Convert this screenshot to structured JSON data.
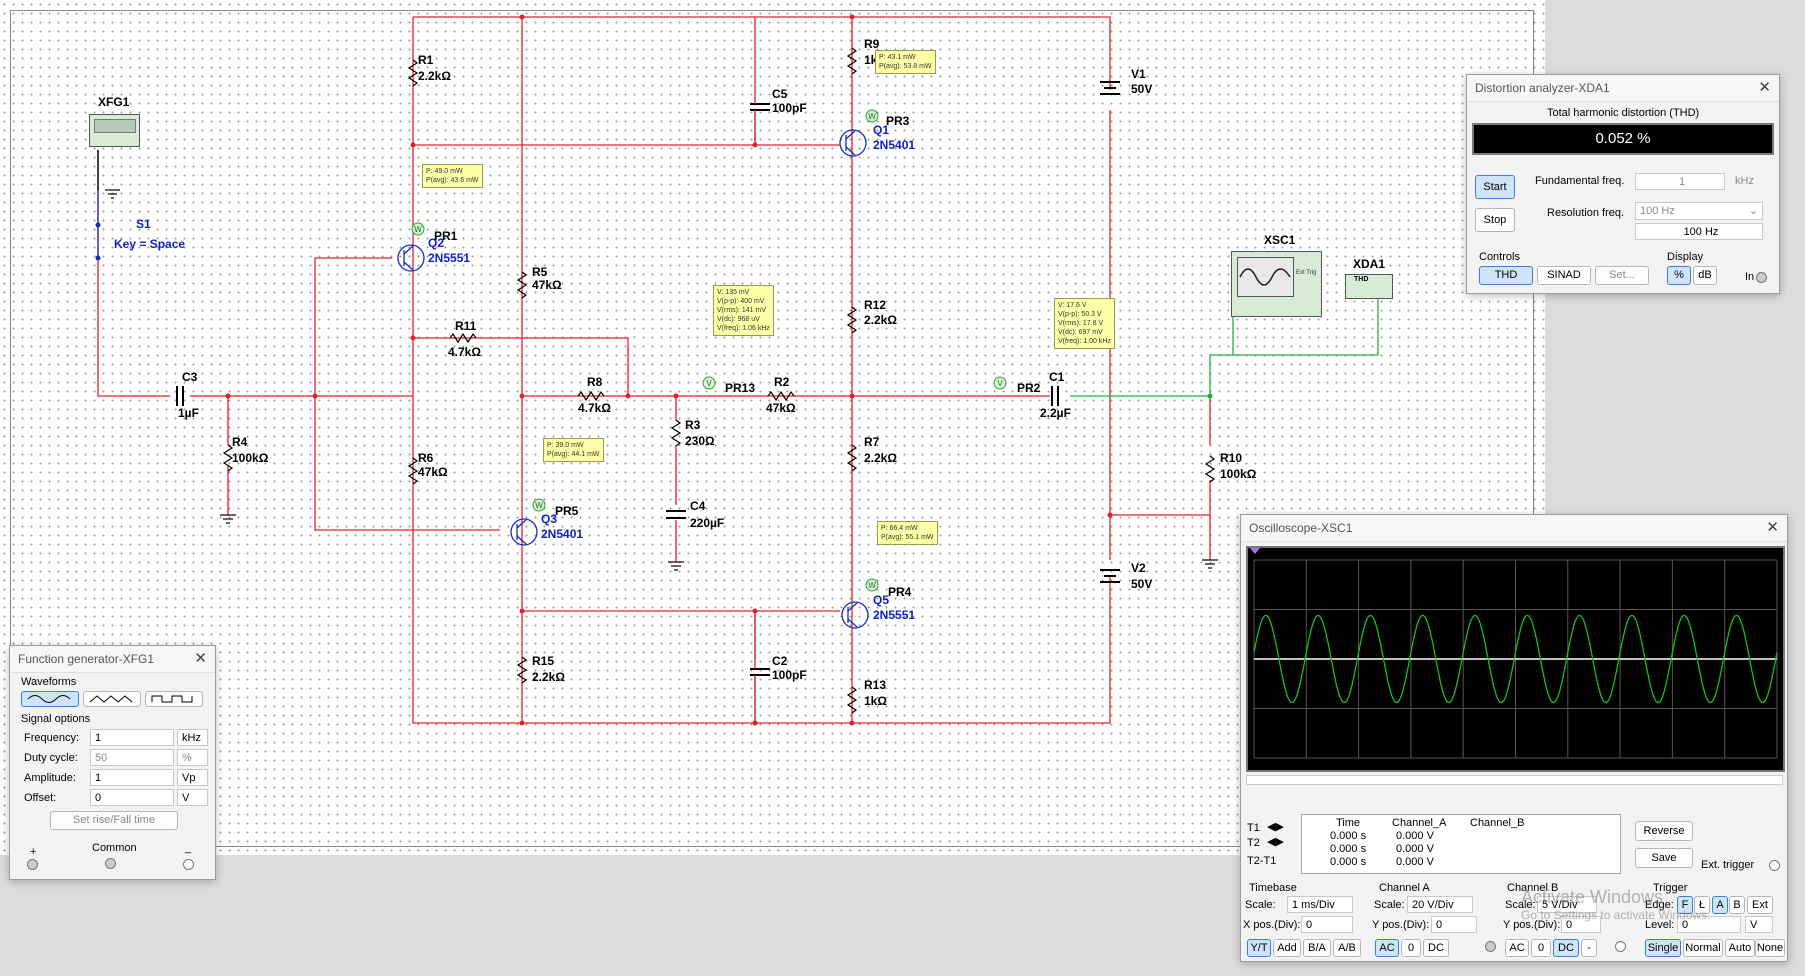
{
  "schematic": {
    "components": {
      "xfg1": "XFG1",
      "s1": "S1",
      "s1_key": "Key = Space",
      "c3": "C3",
      "c3_val": "1µF",
      "r4": "R4",
      "r4_val": "100kΩ",
      "r1": "R1",
      "r1_val": "2.2kΩ",
      "q2": "Q2",
      "q2_part": "2N5551",
      "pr1": "PR1",
      "r11": "R11",
      "r11_val": "4.7kΩ",
      "r5": "R5",
      "r5_val": "47kΩ",
      "r6": "R6",
      "r6_val": "47kΩ",
      "r8": "R8",
      "r8_val": "4.7kΩ",
      "q3": "Q3",
      "q3_part": "2N5401",
      "pr5": "PR5",
      "r15": "R15",
      "r15_val": "2.2kΩ",
      "c5": "C5",
      "c5_val": "100pF",
      "c2": "C2",
      "c2_val": "100pF",
      "r9": "R9",
      "r9_val": "1k",
      "q1": "Q1",
      "q1_part": "2N5401",
      "pr3": "PR3",
      "r12": "R12",
      "r12_val": "2.2kΩ",
      "r7": "R7",
      "r7_val": "2.2kΩ",
      "q5": "Q5",
      "q5_part": "2N5551",
      "pr4": "PR4",
      "r13": "R13",
      "r13_val": "1kΩ",
      "pr13": "PR13",
      "r2": "R2",
      "r2_val": "47kΩ",
      "r3": "R3",
      "r3_val": "230Ω",
      "c4": "C4",
      "c4_val": "220µF",
      "pr2": "PR2",
      "c1": "C1",
      "c1_val": "2.2µF",
      "v1": "V1",
      "v1_val": "50V",
      "v2": "V2",
      "v2_val": "50V",
      "r10": "R10",
      "r10_val": "100kΩ",
      "xsc1": "XSC1",
      "xda1": "XDA1",
      "xda1_chip": "THD",
      "xsc1_trig": "Ext Trig"
    },
    "probes": {
      "pr1": "P: 49.0 mW\nP(avg): 43.6 mW",
      "pr3": "P: 43.1 mW\nP(avg): 53.8 mW",
      "pr5": "P: 39.0 mW\nP(avg): 44.1 mW",
      "pr4": "P: 66.4 mW\nP(avg): 55.1 mW",
      "pr13": "V: 135 mV\nV(p-p): 400 mV\nV(rms): 141 mV\nV(dc): 968 uV\nV(freq): 1.06 kHz",
      "pr2": "V: 17.6 V\nV(p-p): 50.3 V\nV(rms): 17.8 V\nV(dc): 697 mV\nV(freq): 1.00 kHz"
    }
  },
  "distortion": {
    "title": "Distortion analyzer-XDA1",
    "thd_label": "Total harmonic distortion (THD)",
    "thd_value": "0.052 %",
    "start": "Start",
    "stop": "Stop",
    "fund_label": "Fundamental freq.",
    "fund_value": "1",
    "fund_unit": "kHz",
    "res_label": "Resolution freq.",
    "res_select": "100 Hz",
    "res_value": "100 Hz",
    "controls_label": "Controls",
    "thd_btn": "THD",
    "sinad_btn": "SINAD",
    "set_btn": "Set...",
    "display_label": "Display",
    "pct_btn": "%",
    "db_btn": "dB",
    "in_label": "In"
  },
  "funcgen": {
    "title": "Function generator-XFG1",
    "waveforms_label": "Waveforms",
    "signal_label": "Signal options",
    "frequency_label": "Frequency:",
    "frequency_value": "1",
    "frequency_unit": "kHz",
    "duty_label": "Duty cycle:",
    "duty_value": "50",
    "duty_unit": "%",
    "amplitude_label": "Amplitude:",
    "amplitude_value": "1",
    "amplitude_unit": "Vp",
    "offset_label": "Offset:",
    "offset_value": "0",
    "offset_unit": "V",
    "rise_btn": "Set rise/Fall time",
    "plus": "+",
    "common": "Common",
    "minus": "_"
  },
  "scope": {
    "title": "Oscilloscope-XSC1",
    "t1": "T1",
    "t2": "T2",
    "t2t1": "T2-T1",
    "col_time": "Time",
    "col_a": "Channel_A",
    "col_b": "Channel_B",
    "r1_time": "0.000 s",
    "r1_a": "0.000 V",
    "r2_time": "0.000 s",
    "r2_a": "0.000 V",
    "r3_time": "0.000 s",
    "r3_a": "0.000 V",
    "reverse": "Reverse",
    "save": "Save",
    "ext_trigger": "Ext. trigger",
    "timebase_label": "Timebase",
    "tb_scale_label": "Scale:",
    "tb_scale": "1 ms/Div",
    "tb_xpos_label": "X pos.(Div):",
    "tb_xpos": "0",
    "yt": "Y/T",
    "add": "Add",
    "ba": "B/A",
    "ab": "A/B",
    "cha_label": "Channel A",
    "cha_scale_label": "Scale:",
    "cha_scale": "20  V/Div",
    "cha_ypos_label": "Y pos.(Div):",
    "cha_ypos": "0",
    "ac": "AC",
    "zero": "0",
    "dc": "DC",
    "chb_label": "Channel B",
    "chb_scale_label": "Scale:",
    "chb_scale": "5  V/Div",
    "chb_ypos_label": "Y pos.(Div):",
    "chb_ypos": "0",
    "minus": "-",
    "trigger_label": "Trigger",
    "edge_label": "Edge:",
    "level_label": "Level:",
    "level_value": "0",
    "level_unit": "V",
    "edge_rise": "F",
    "edge_fall": "Ł",
    "edge_a": "A",
    "edge_b": "B",
    "edge_ext": "Ext",
    "single": "Single",
    "normal": "Normal",
    "auto": "Auto",
    "none": "None",
    "watermark1": "Activate Windows",
    "watermark2": "Go to Settings to activate Windows."
  },
  "colors": {
    "wire": "#e0202a",
    "signal_wire": "#20b040",
    "trace": "#18c018",
    "screen": "#000000"
  }
}
